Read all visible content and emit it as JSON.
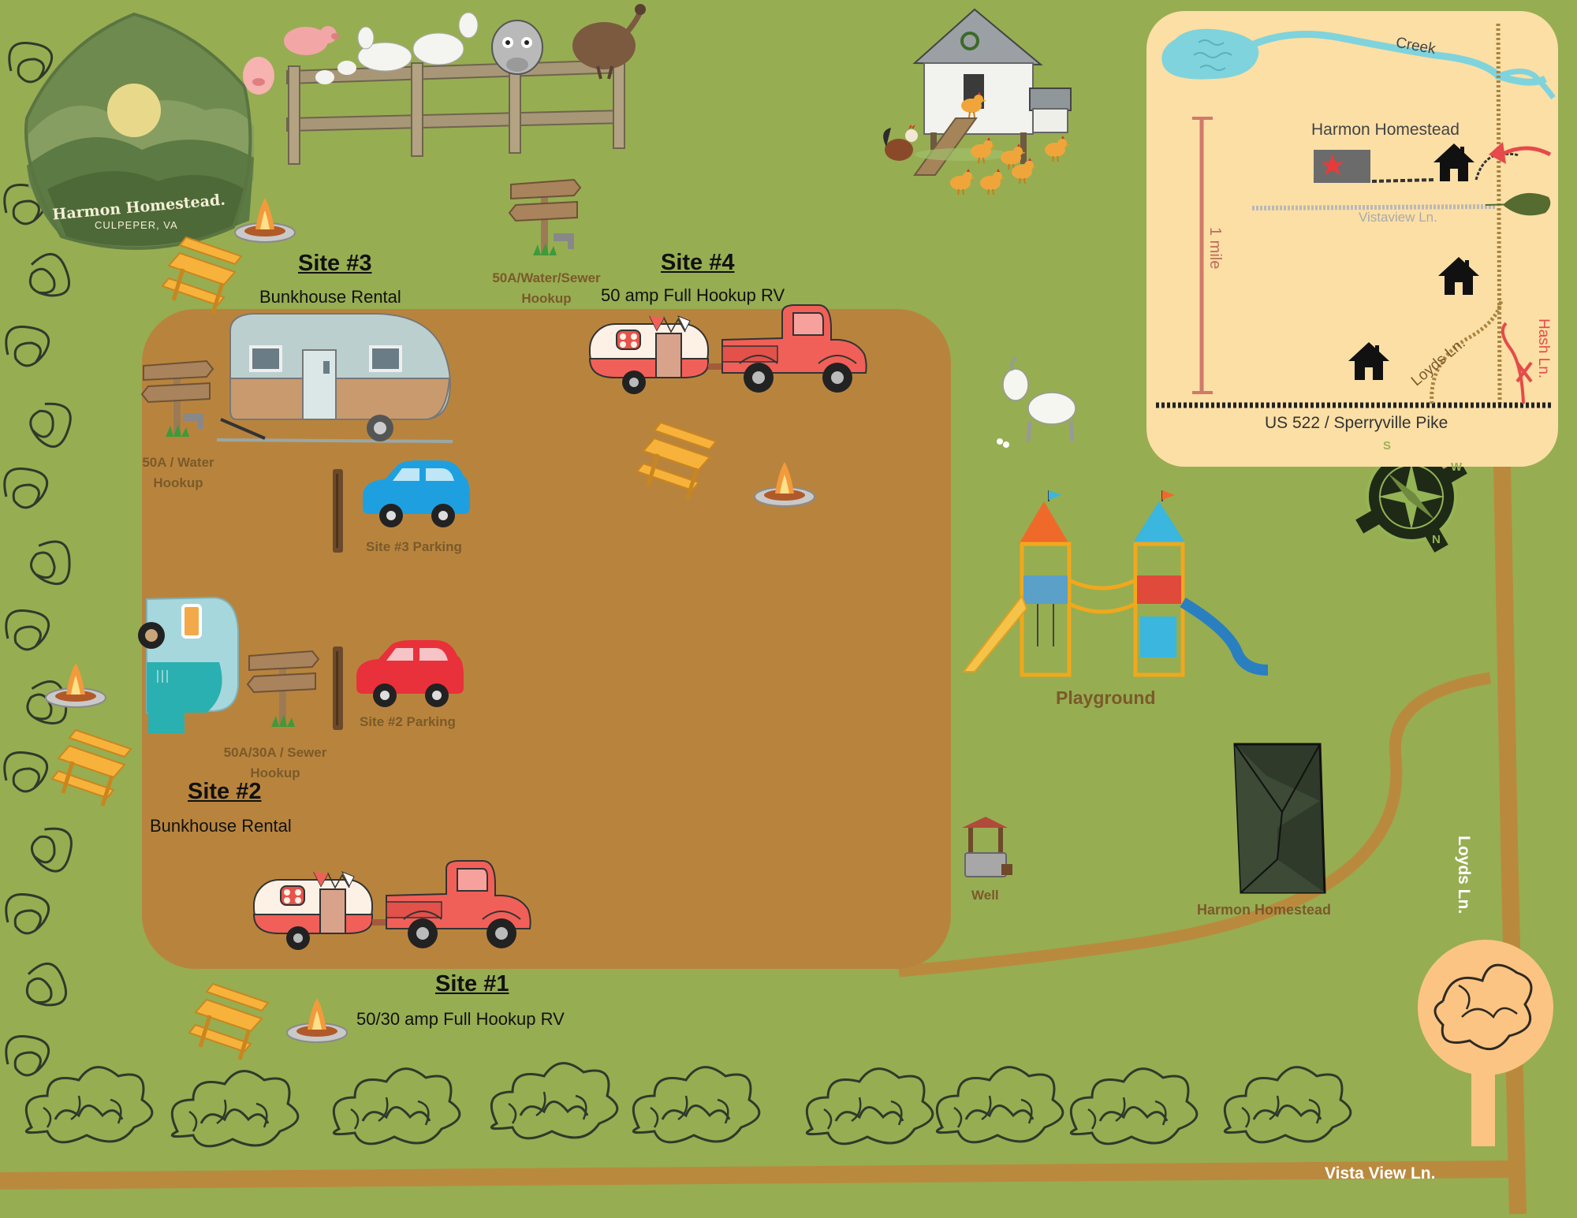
{
  "logo": {
    "title": "Harmon Homestead.",
    "subtitle": "CULPEPER, VA"
  },
  "sites": [
    {
      "number_label": "Site #3",
      "description": "Bunkhouse Rental",
      "hookup": [
        "50A / Water",
        "Hookup"
      ],
      "parking": "Site #3 Parking"
    },
    {
      "number_label": "Site #4",
      "description": "50 amp Full Hookup RV",
      "hookup": [
        "50A/Water/Sewer",
        "Hookup"
      ]
    },
    {
      "number_label": "Site #2",
      "description": "Bunkhouse Rental",
      "hookup": [
        "50A/30A / Sewer",
        "Hookup"
      ],
      "parking": "Site #2 Parking"
    },
    {
      "number_label": "Site #1",
      "description": "50/30 amp Full Hookup RV"
    }
  ],
  "landmarks": {
    "playground": "Playground",
    "well": "Well",
    "house": "Harmon Homestead"
  },
  "roads": {
    "loyds": "Loyds Ln.",
    "vista_view": "Vista View Ln."
  },
  "inset_map": {
    "creek": "Creek",
    "homestead": "Harmon Homestead",
    "vistaview": "Vistaview Ln.",
    "scale": "1 mile",
    "loyds": "Loyds Ln.",
    "hash": "Hash Ln.",
    "highway": "US 522 / Sperryville Pike"
  },
  "compass_letters": [
    "S",
    "W",
    "N"
  ],
  "colors": {
    "grass": "#97ad52",
    "dirt_lot": "#b8843d",
    "road": "#b98a3e",
    "inset_background": "#fbdfa5",
    "creek": "#7fd3dc",
    "label_brown": "#7a5a2a",
    "truck_red": "#f0665f"
  }
}
